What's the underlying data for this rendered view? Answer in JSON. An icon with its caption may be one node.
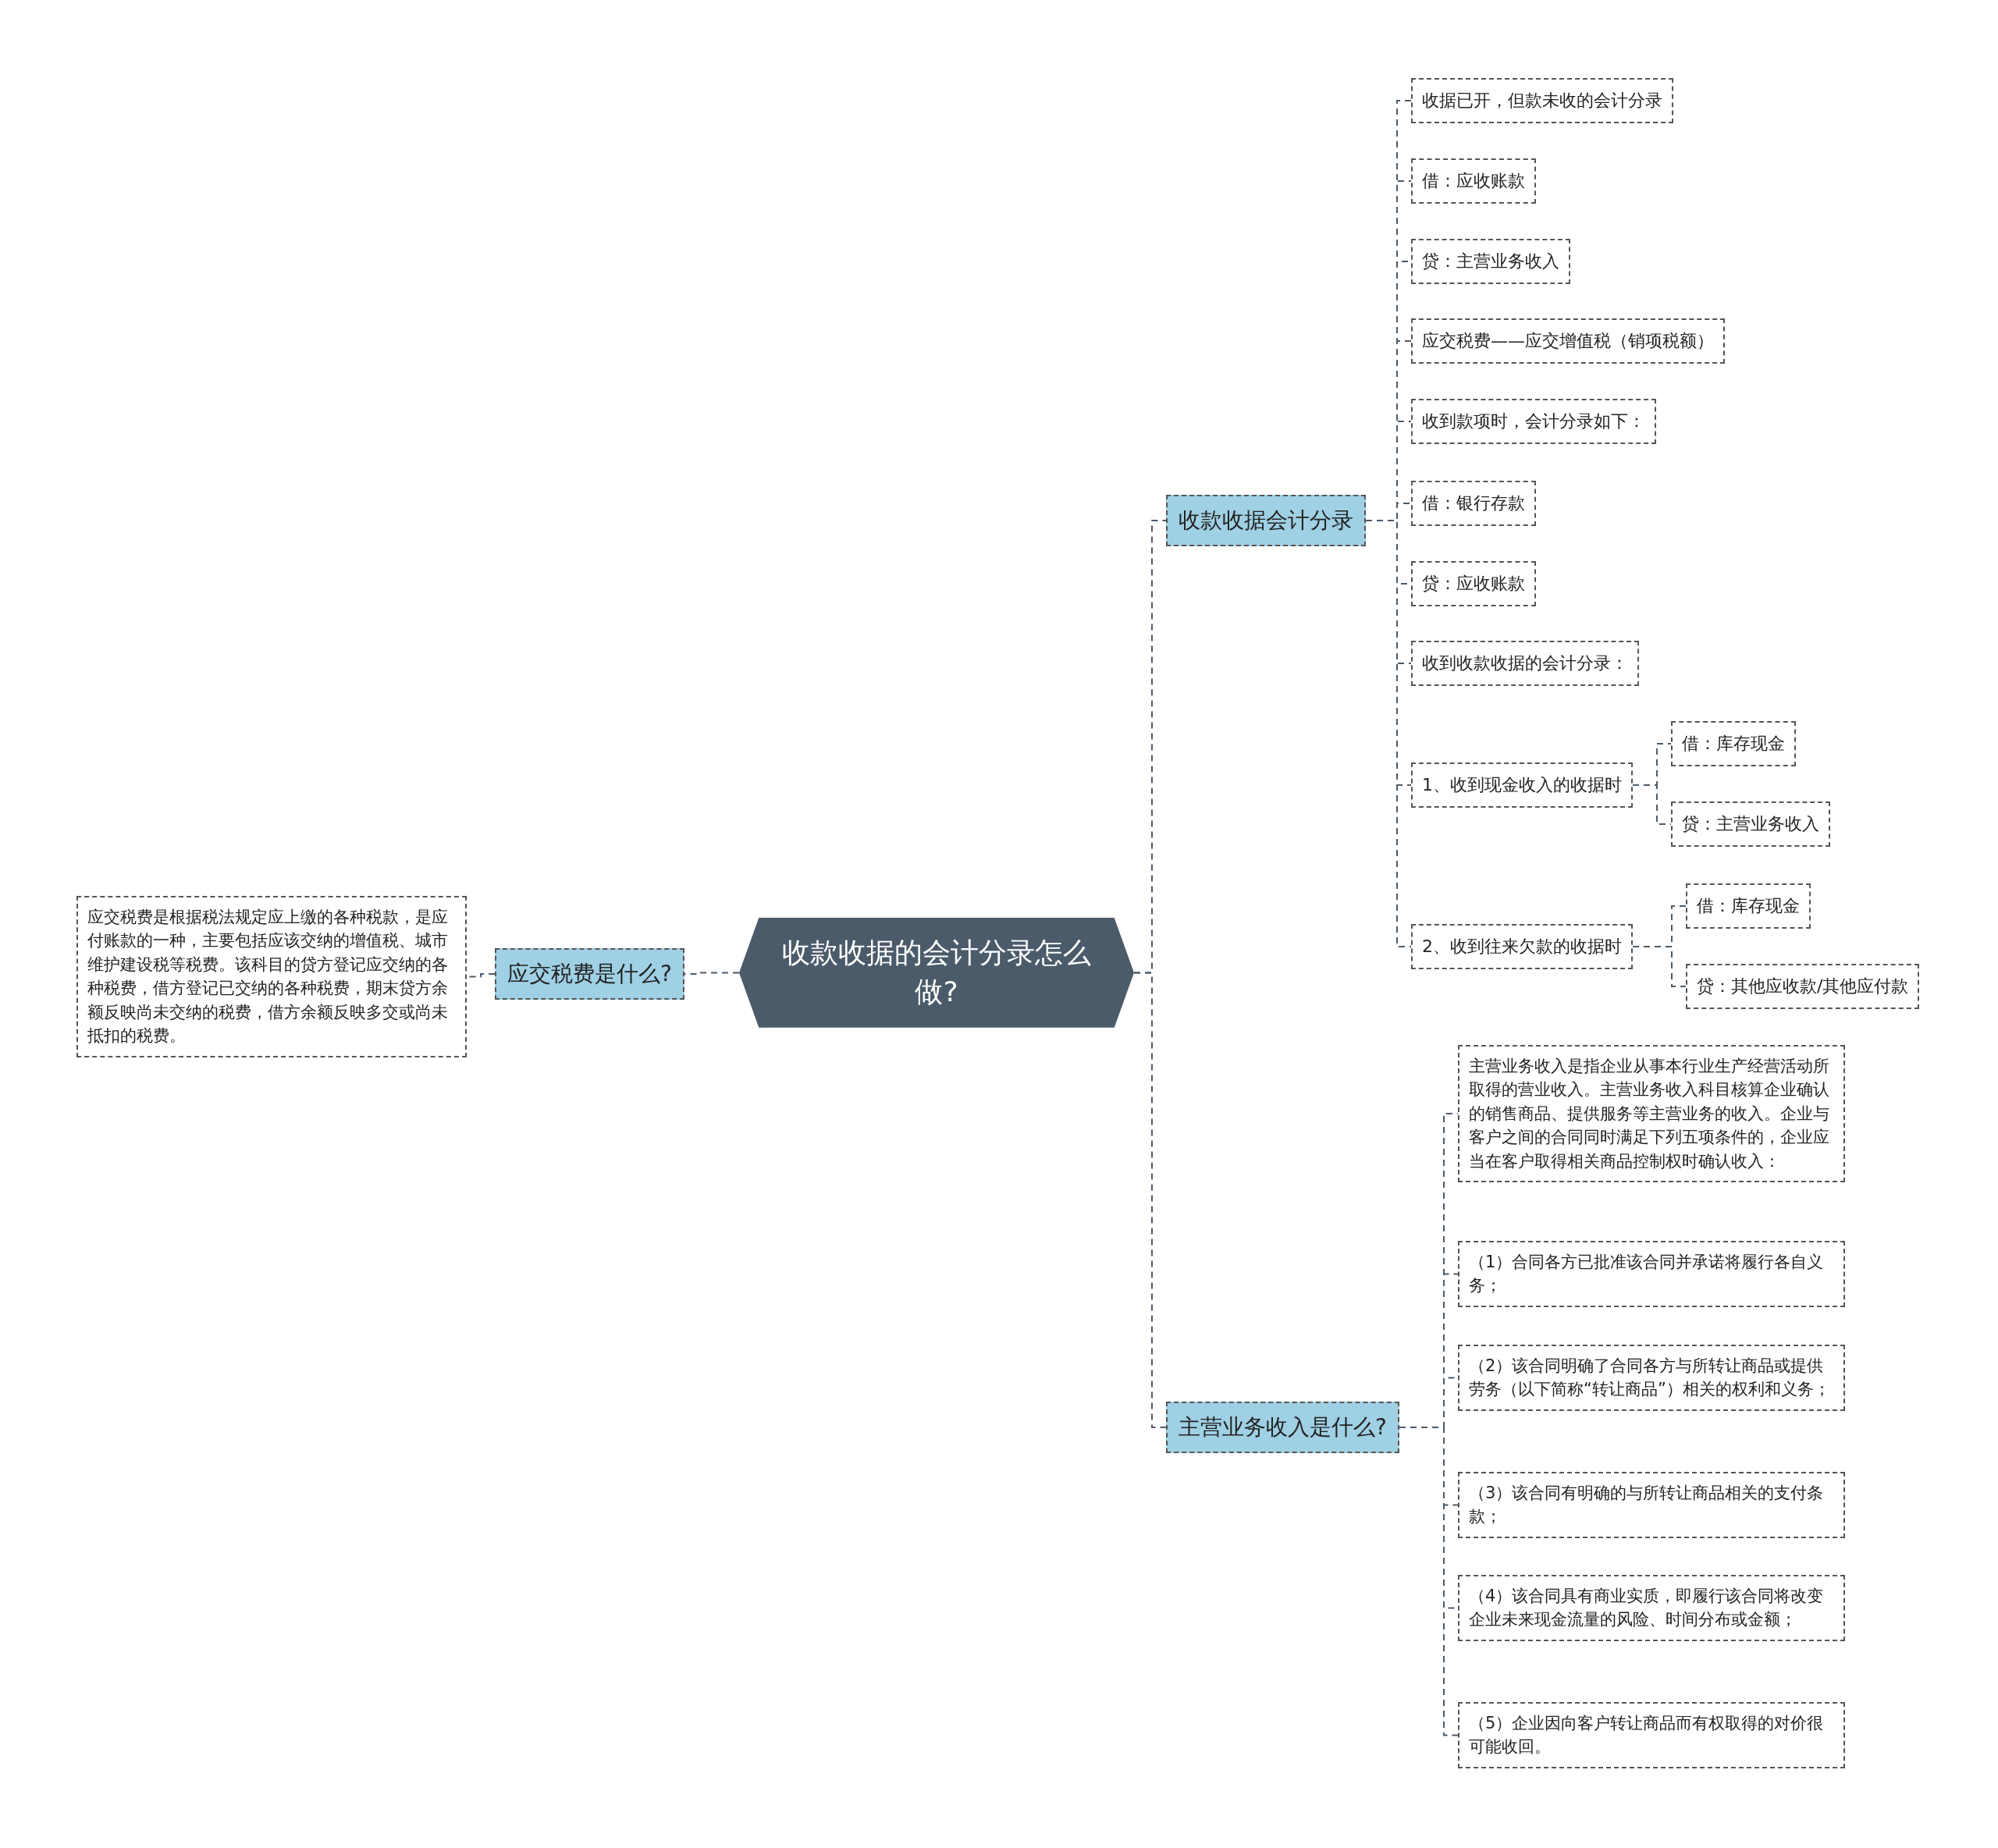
{
  "diagram": {
    "nodes": [
      {
        "text": [
          "收款收据的会计分录怎么做?"
        ]
      },
      {
        "text": [
          "收款收据会计分录"
        ]
      },
      {
        "text": [
          "收据已开，但款未收的会计分录"
        ]
      },
      {
        "text": [
          "借：应收账款"
        ]
      },
      {
        "text": [
          "贷：主营业务收入"
        ]
      },
      {
        "text": [
          "应交税费——应交增值税（销项税额）"
        ]
      },
      {
        "text": [
          "收到款项时，会计分录如下："
        ]
      },
      {
        "text": [
          "借：银行存款"
        ]
      },
      {
        "text": [
          "贷：应收账款"
        ]
      },
      {
        "text": [
          "收到收款收据的会计分录："
        ]
      },
      {
        "text": [
          "1、收到现金收入的收据时"
        ]
      },
      {
        "text": [
          "借：库存现金"
        ]
      },
      {
        "text": [
          "贷：主营业务收入"
        ]
      },
      {
        "text": [
          "2、收到往来欠款的收据时"
        ]
      },
      {
        "text": [
          "借：库存现金"
        ]
      },
      {
        "text": [
          "贷：其他应收款/其他应付款"
        ]
      },
      {
        "text": [
          "应交税费是什么?"
        ]
      },
      {
        "text": [
          "应交税费是根据税法规定应上缴的各种税款，是应付账款的一种，主要包括应该交纳的增值税、城市维护建设税等税费。该科目的贷方登记应交纳的各种税费，借方登记已交纳的各种税费，期末贷方余额反映尚未交纳的税费，借方余额反映多交或尚未抵扣的税费。"
        ]
      },
      {
        "text": [
          "主营业务收入是什么?"
        ]
      },
      {
        "text": [
          "主营业务收入是指企业从事本行业生产经营活动所取得的营业收入。主营业务收入科目核算企业确认的销售商品、提供服务等主营业务的收入。企业与客户之间的合同同时满足下列五项条件的，企业应当在客户取得相关商品控制权时确认收入："
        ]
      },
      {
        "text": [
          "（1）合同各方已批准该合同并承诺将履行各自义务；"
        ]
      },
      {
        "text": [
          "（2）该合同明确了合同各方与所转让商品或提供劳务（以下简称“转让商品”）相关的权利和义务；"
        ]
      },
      {
        "text": [
          "（3）该合同有明确的与所转让商品相关的支付条款；"
        ]
      },
      {
        "text": [
          "（4）该合同具有商业实质，即履行该合同将改变企业未来现金流量的风险、时间分布或金额；"
        ]
      },
      {
        "text": [
          "（5）企业因向客户转让商品而有权取得的对价很可能收回。"
        ]
      }
    ],
    "edges": [
      {
        "from": 0,
        "to": 1,
        "arrow": "none"
      },
      {
        "from": 1,
        "to": 2,
        "arrow": "none"
      },
      {
        "from": 1,
        "to": 3,
        "arrow": "none"
      },
      {
        "from": 1,
        "to": 4,
        "arrow": "none"
      },
      {
        "from": 1,
        "to": 5,
        "arrow": "none"
      },
      {
        "from": 1,
        "to": 6,
        "arrow": "none"
      },
      {
        "from": 1,
        "to": 7,
        "arrow": "none"
      },
      {
        "from": 1,
        "to": 8,
        "arrow": "none"
      },
      {
        "from": 1,
        "to": 9,
        "arrow": "none"
      },
      {
        "from": 1,
        "to": 10,
        "arrow": "none"
      },
      {
        "from": 10,
        "to": 11,
        "arrow": "none"
      },
      {
        "from": 10,
        "to": 12,
        "arrow": "none"
      },
      {
        "from": 1,
        "to": 13,
        "arrow": "none"
      },
      {
        "from": 13,
        "to": 14,
        "arrow": "none"
      },
      {
        "from": 13,
        "to": 15,
        "arrow": "none"
      },
      {
        "from": 0,
        "to": 16,
        "arrow": "none"
      },
      {
        "from": 16,
        "to": 17,
        "arrow": "none"
      },
      {
        "from": 0,
        "to": 18,
        "arrow": "none"
      },
      {
        "from": 18,
        "to": 19,
        "arrow": "none"
      },
      {
        "from": 18,
        "to": 20,
        "arrow": "none"
      },
      {
        "from": 18,
        "to": 21,
        "arrow": "none"
      },
      {
        "from": 18,
        "to": 22,
        "arrow": "none"
      },
      {
        "from": 18,
        "to": 23,
        "arrow": "none"
      },
      {
        "from": 18,
        "to": 24,
        "arrow": "none"
      }
    ]
  }
}
